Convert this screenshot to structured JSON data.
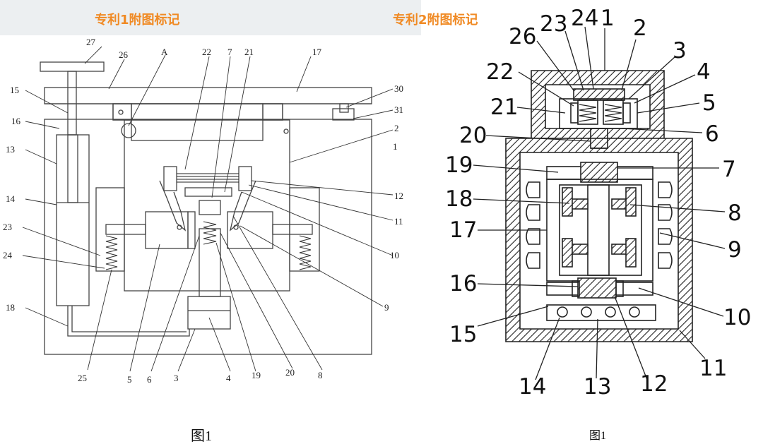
{
  "left": {
    "title": "专利1附图标记",
    "caption": "图1",
    "labels": {
      "l27": "27",
      "l26": "26",
      "lA": "A",
      "l22": "22",
      "l7": "7",
      "l21": "21",
      "l17": "17",
      "l15": "15",
      "l16": "16",
      "l13": "13",
      "l14": "14",
      "l23": "23",
      "l24": "24",
      "l18": "18",
      "l30": "30",
      "l31": "31",
      "l2": "2",
      "l1": "1",
      "l12": "12",
      "l11": "11",
      "l10": "10",
      "l9": "9",
      "l25": "25",
      "l5": "5",
      "l6": "6",
      "l3": "3",
      "l4": "4",
      "l19": "19",
      "l20": "20",
      "l8": "8"
    }
  },
  "right": {
    "title": "专利2附图标记",
    "caption": "图1",
    "labels": {
      "r26": "26",
      "r23": "23",
      "r24": "24",
      "r1": "1",
      "r2": "2",
      "r3": "3",
      "r22": "22",
      "r4": "4",
      "r21": "21",
      "r5": "5",
      "r20": "20",
      "r6": "6",
      "r19": "19",
      "r7": "7",
      "r18": "18",
      "r8": "8",
      "r17": "17",
      "r9": "9",
      "r16": "16",
      "r10": "10",
      "r15": "15",
      "r11": "11",
      "r14": "14",
      "r13": "13",
      "r12": "12"
    }
  }
}
